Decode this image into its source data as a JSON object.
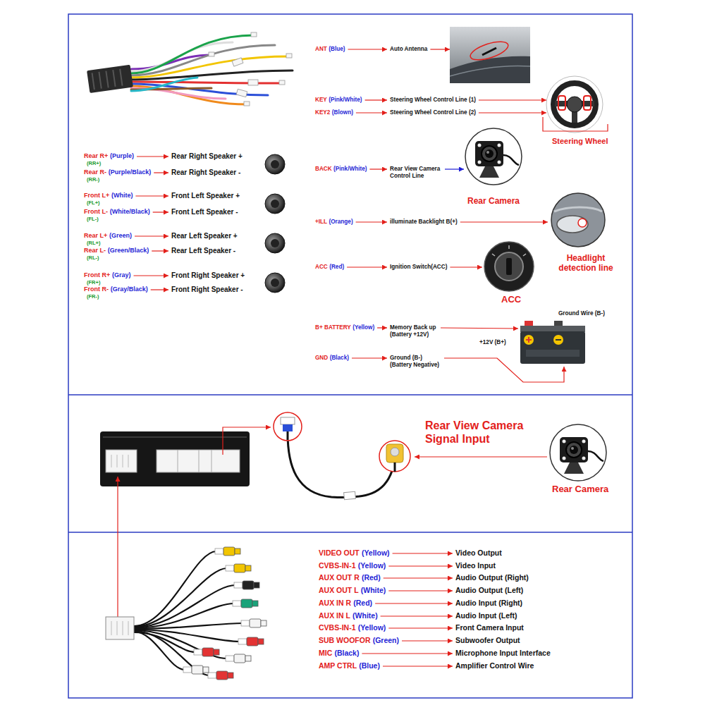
{
  "diagram": {
    "labels": [
      "Rear R+",
      "(Purple)",
      "(RR+)",
      "Rear Right Speaker +",
      "Rear R-",
      "(Purple/Black)",
      "(RR-)",
      "Rear Right Speaker -",
      "Front L+",
      "(White)",
      "(FL+)",
      "Front Left Speaker +",
      "Front L-",
      "(White/Black)",
      "(FL-)",
      "Front Left Speaker -",
      "Rear L+",
      "(Green)",
      "(RL+)",
      "Rear Left Speaker +",
      "Rear L-",
      "(Green/Black)",
      "(RL-)",
      "Rear Left Speaker -",
      "Front R+",
      "(Gray)",
      "(FR+)",
      "Front Right Speaker +",
      "Front R-",
      "(Gray/Black)",
      "(FR-)",
      "Front Right Speaker -",
      "ANT",
      "(Blue)",
      "Auto Antenna",
      "KEY",
      "(Pink/White)",
      "Steering Wheel Control Line (1)",
      "KEY2",
      "(Blown)",
      "Steering Wheel Control Line (2)",
      "BACK",
      "(Pink/White)",
      "Rear View Camera Control Line",
      "+ILL",
      "(Orange)",
      "illuminate Backlight B(+)",
      "ACC",
      "(Red)",
      "Ignition Switch(ACC)",
      "B+ BATTERY",
      "(Yellow)",
      "Memory Back up (Battery +12V)",
      "GND",
      "(Black)",
      "Ground (B-) (Battery Negative)",
      "Steering Wheel",
      "Rear Camera",
      "Headlight detection line",
      "ACC",
      "Ground Wire (B-)",
      "+12V (B+)",
      "Rear View Camera Signal Input",
      "Rear Camera",
      "VIDEO OUT",
      "(Yellow)",
      "Video Output",
      "CVBS-IN-1",
      "(Yellow)",
      "Video Input",
      "AUX OUT R",
      "(Red)",
      "Audio Output (Right)",
      "AUX OUT L",
      "(White)",
      "Audio Output (Left)",
      "AUX IN R",
      "(Red)",
      "Audio Input (Right)",
      "AUX IN L",
      "(White)",
      "Audio Input (Left)",
      "CVBS-IN-1",
      "(Yellow)",
      "Front Camera Input",
      "SUB WOOFOR",
      "(Green)",
      "Subwoofer Output",
      "MIC",
      "(Black)",
      "Microphone Input Interface",
      "AMP CTRL",
      "(Blue)",
      "Amplifier Control Wire"
    ]
  }
}
